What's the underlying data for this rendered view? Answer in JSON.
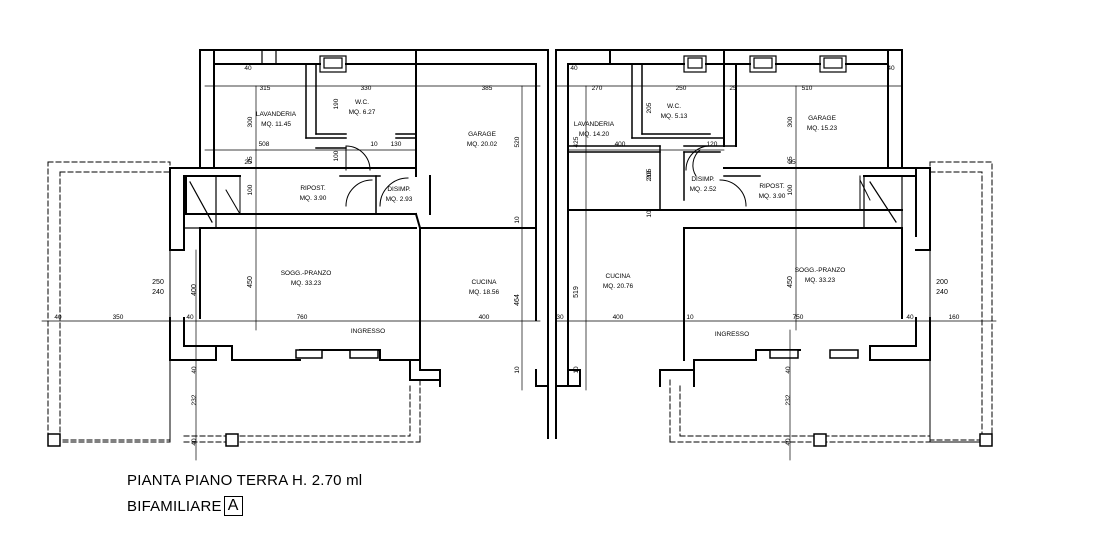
{
  "caption": {
    "title": "PIANTA PIANO TERRA H. 2.70 ml",
    "subtitle": "BIFAMILIARE",
    "unit": "A"
  },
  "rooms": [
    {
      "id": "lavanderia-left",
      "name": "LAVANDERIA",
      "area": "MQ. 11.45"
    },
    {
      "id": "wc-left",
      "name": "W.C.",
      "area": "MQ. 6.27"
    },
    {
      "id": "garage-left",
      "name": "GARAGE",
      "area": "MQ. 20.02"
    },
    {
      "id": "ripost-left",
      "name": "RIPOST.",
      "area": "MQ. 3.90"
    },
    {
      "id": "disimp-left",
      "name": "DISIMP.",
      "area": "MQ. 2.93"
    },
    {
      "id": "soggiorno-left",
      "name": "SOGG.-PRANZO",
      "area": "MQ. 33.23"
    },
    {
      "id": "cucina-left",
      "name": "CUCINA",
      "area": "MQ. 18.56"
    },
    {
      "id": "ingresso-left",
      "name": "INGRESSO",
      "area": ""
    },
    {
      "id": "lavanderia-right",
      "name": "LAVANDERIA",
      "area": "MQ. 14.20"
    },
    {
      "id": "wc-right",
      "name": "W.C.",
      "area": "MQ. 5.13"
    },
    {
      "id": "garage-right",
      "name": "GARAGE",
      "area": "MQ. 15.23"
    },
    {
      "id": "disimp-right",
      "name": "DISIMP.",
      "area": "MQ. 2.52"
    },
    {
      "id": "ripost-right",
      "name": "RIPOST.",
      "area": "MQ. 3.90"
    },
    {
      "id": "cucina-right",
      "name": "CUCINA",
      "area": "MQ. 20.76"
    },
    {
      "id": "soggiorno-right",
      "name": "SOGG.-PRANZO",
      "area": "MQ. 33.23"
    },
    {
      "id": "ingresso-right",
      "name": "INGRESSO",
      "area": ""
    }
  ],
  "dimensions": [
    "40",
    "315",
    "330",
    "385",
    "40",
    "270",
    "205",
    "250",
    "25",
    "510",
    "40",
    "508",
    "130",
    "10",
    "400",
    "120",
    "300",
    "190",
    "100",
    "520",
    "425",
    "205",
    "300",
    "210",
    "25",
    "100",
    "100",
    "25",
    "250",
    "240",
    "450",
    "400",
    "464",
    "519",
    "450",
    "200",
    "240",
    "40",
    "350",
    "40",
    "760",
    "400",
    "30",
    "400",
    "10",
    "750",
    "40",
    "160",
    "40",
    "232",
    "40",
    "40",
    "232",
    "40",
    "10",
    "10",
    "10",
    "10",
    "25",
    "25"
  ]
}
